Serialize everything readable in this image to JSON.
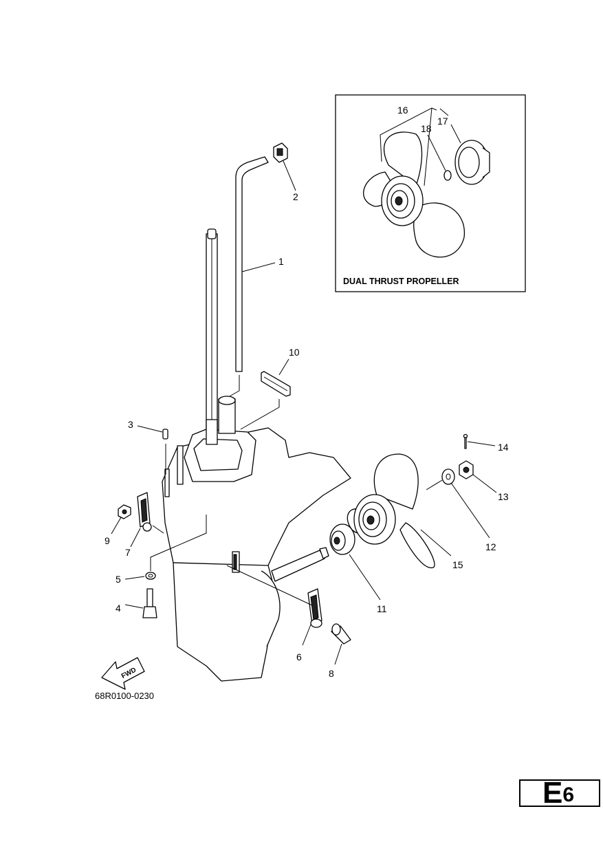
{
  "diagram": {
    "callouts": [
      {
        "id": "1",
        "label": "1"
      },
      {
        "id": "2",
        "label": "2"
      },
      {
        "id": "3",
        "label": "3"
      },
      {
        "id": "4",
        "label": "4"
      },
      {
        "id": "5",
        "label": "5"
      },
      {
        "id": "6",
        "label": "6"
      },
      {
        "id": "7",
        "label": "7"
      },
      {
        "id": "8",
        "label": "8"
      },
      {
        "id": "9",
        "label": "9"
      },
      {
        "id": "10",
        "label": "10"
      },
      {
        "id": "11",
        "label": "11"
      },
      {
        "id": "12",
        "label": "12"
      },
      {
        "id": "13",
        "label": "13"
      },
      {
        "id": "14",
        "label": "14"
      },
      {
        "id": "15",
        "label": "15"
      },
      {
        "id": "16",
        "label": "16"
      },
      {
        "id": "17",
        "label": "17"
      },
      {
        "id": "18",
        "label": "18"
      }
    ],
    "inset_title": "DUAL THRUST PROPELLER",
    "fwd_label": "FWD",
    "drawing_code": "68R0100-0230"
  },
  "section_tab": {
    "letter": "E",
    "number": "6"
  }
}
